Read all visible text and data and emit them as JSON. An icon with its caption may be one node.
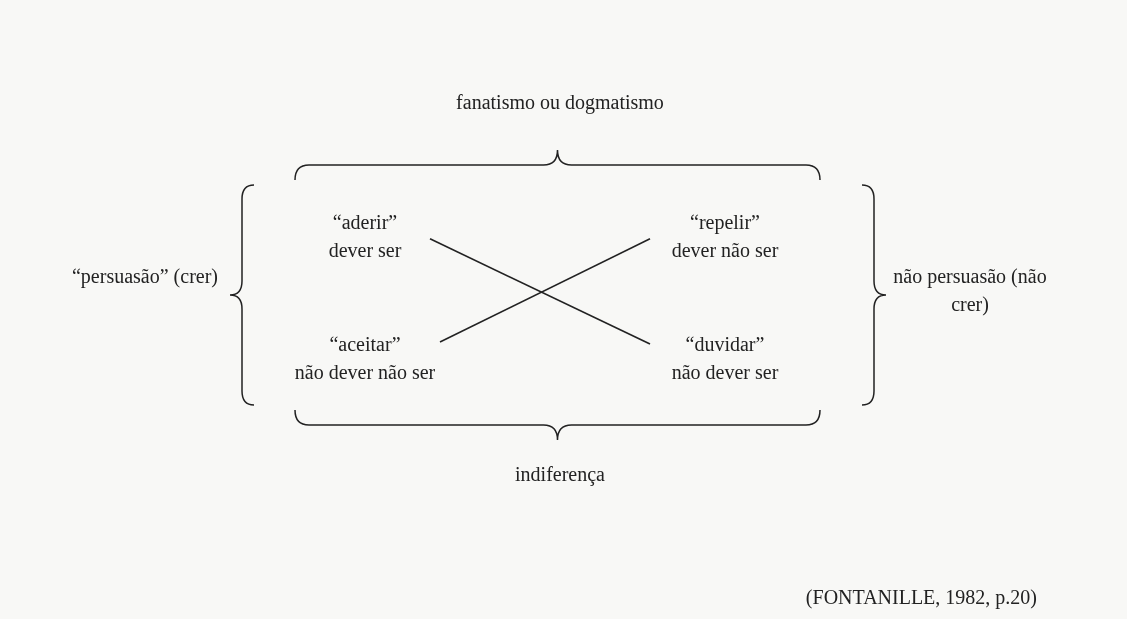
{
  "diagram": {
    "caption": "(FONTANILLE, 1982, p.20)",
    "nodes": [
      {
        "text": [
          "“aderir”",
          "dever ser"
        ]
      },
      {
        "text": [
          "“repelir”",
          "dever não ser"
        ]
      },
      {
        "text": [
          "“aceitar”",
          "não dever não ser"
        ]
      },
      {
        "text": [
          "“duvidar”",
          "não dever ser"
        ]
      }
    ],
    "edges": [
      {
        "from": 0,
        "to": 3,
        "arrow": "none"
      },
      {
        "from": 2,
        "to": 1,
        "arrow": "none"
      }
    ],
    "labels": [
      "fanatismo ou dogmatismo",
      "“persuasão” (crer)",
      "não persuasão (não crer)",
      "indiferença"
    ]
  }
}
